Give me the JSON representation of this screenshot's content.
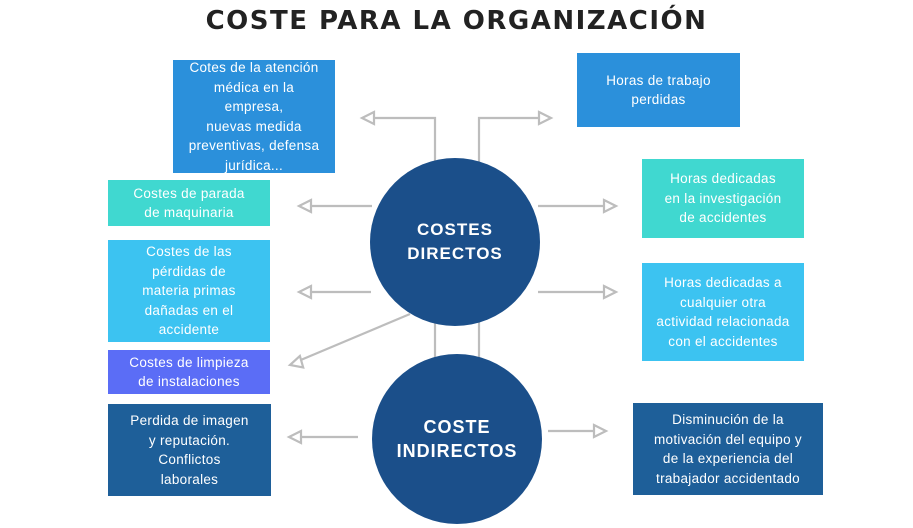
{
  "title": "COSTE PARA LA ORGANIZACIÓN",
  "colors": {
    "navy": "#1B4F8A",
    "dark_blue": "#1E5F99",
    "medium_blue": "#2B90DB",
    "teal": "#40D8D0",
    "cyan": "#3CC3F1",
    "violet_blue": "#5B6DF6",
    "arrow_gray": "#BDBDBD",
    "text_light": "#ffffff",
    "text_dark": "#222222"
  },
  "circles": {
    "directos": "COSTES\nDIRECTOS",
    "indirectos": "COSTE\nINDIRECTOS"
  },
  "boxes": {
    "medica": "Cotes de la atención\nmédica en la empresa,\nnuevas medida\npreventivas, defensa\njurídica...",
    "horas_trabajo": "Horas de trabajo\nperdidas",
    "parada": "Costes de parada\nde maquinaria",
    "investigacion": "Horas dedicadas\nen la investigación\nde accidentes",
    "perdidas_materia": "Costes de las\npérdidas de\nmateria primas\ndañadas en el\naccidente",
    "otra_actividad": "Horas dedicadas  a\ncualquier otra\nactividad relacionada\ncon el accidentes",
    "limpieza": "Costes de limpieza\nde instalaciones",
    "imagen": "Perdida de imagen\ny reputación.\nConflictos\nlaborales",
    "motivacion": "Disminución de la\nmotivación del equipo y\nde la experiencia del\ntrabajador accidentado"
  }
}
